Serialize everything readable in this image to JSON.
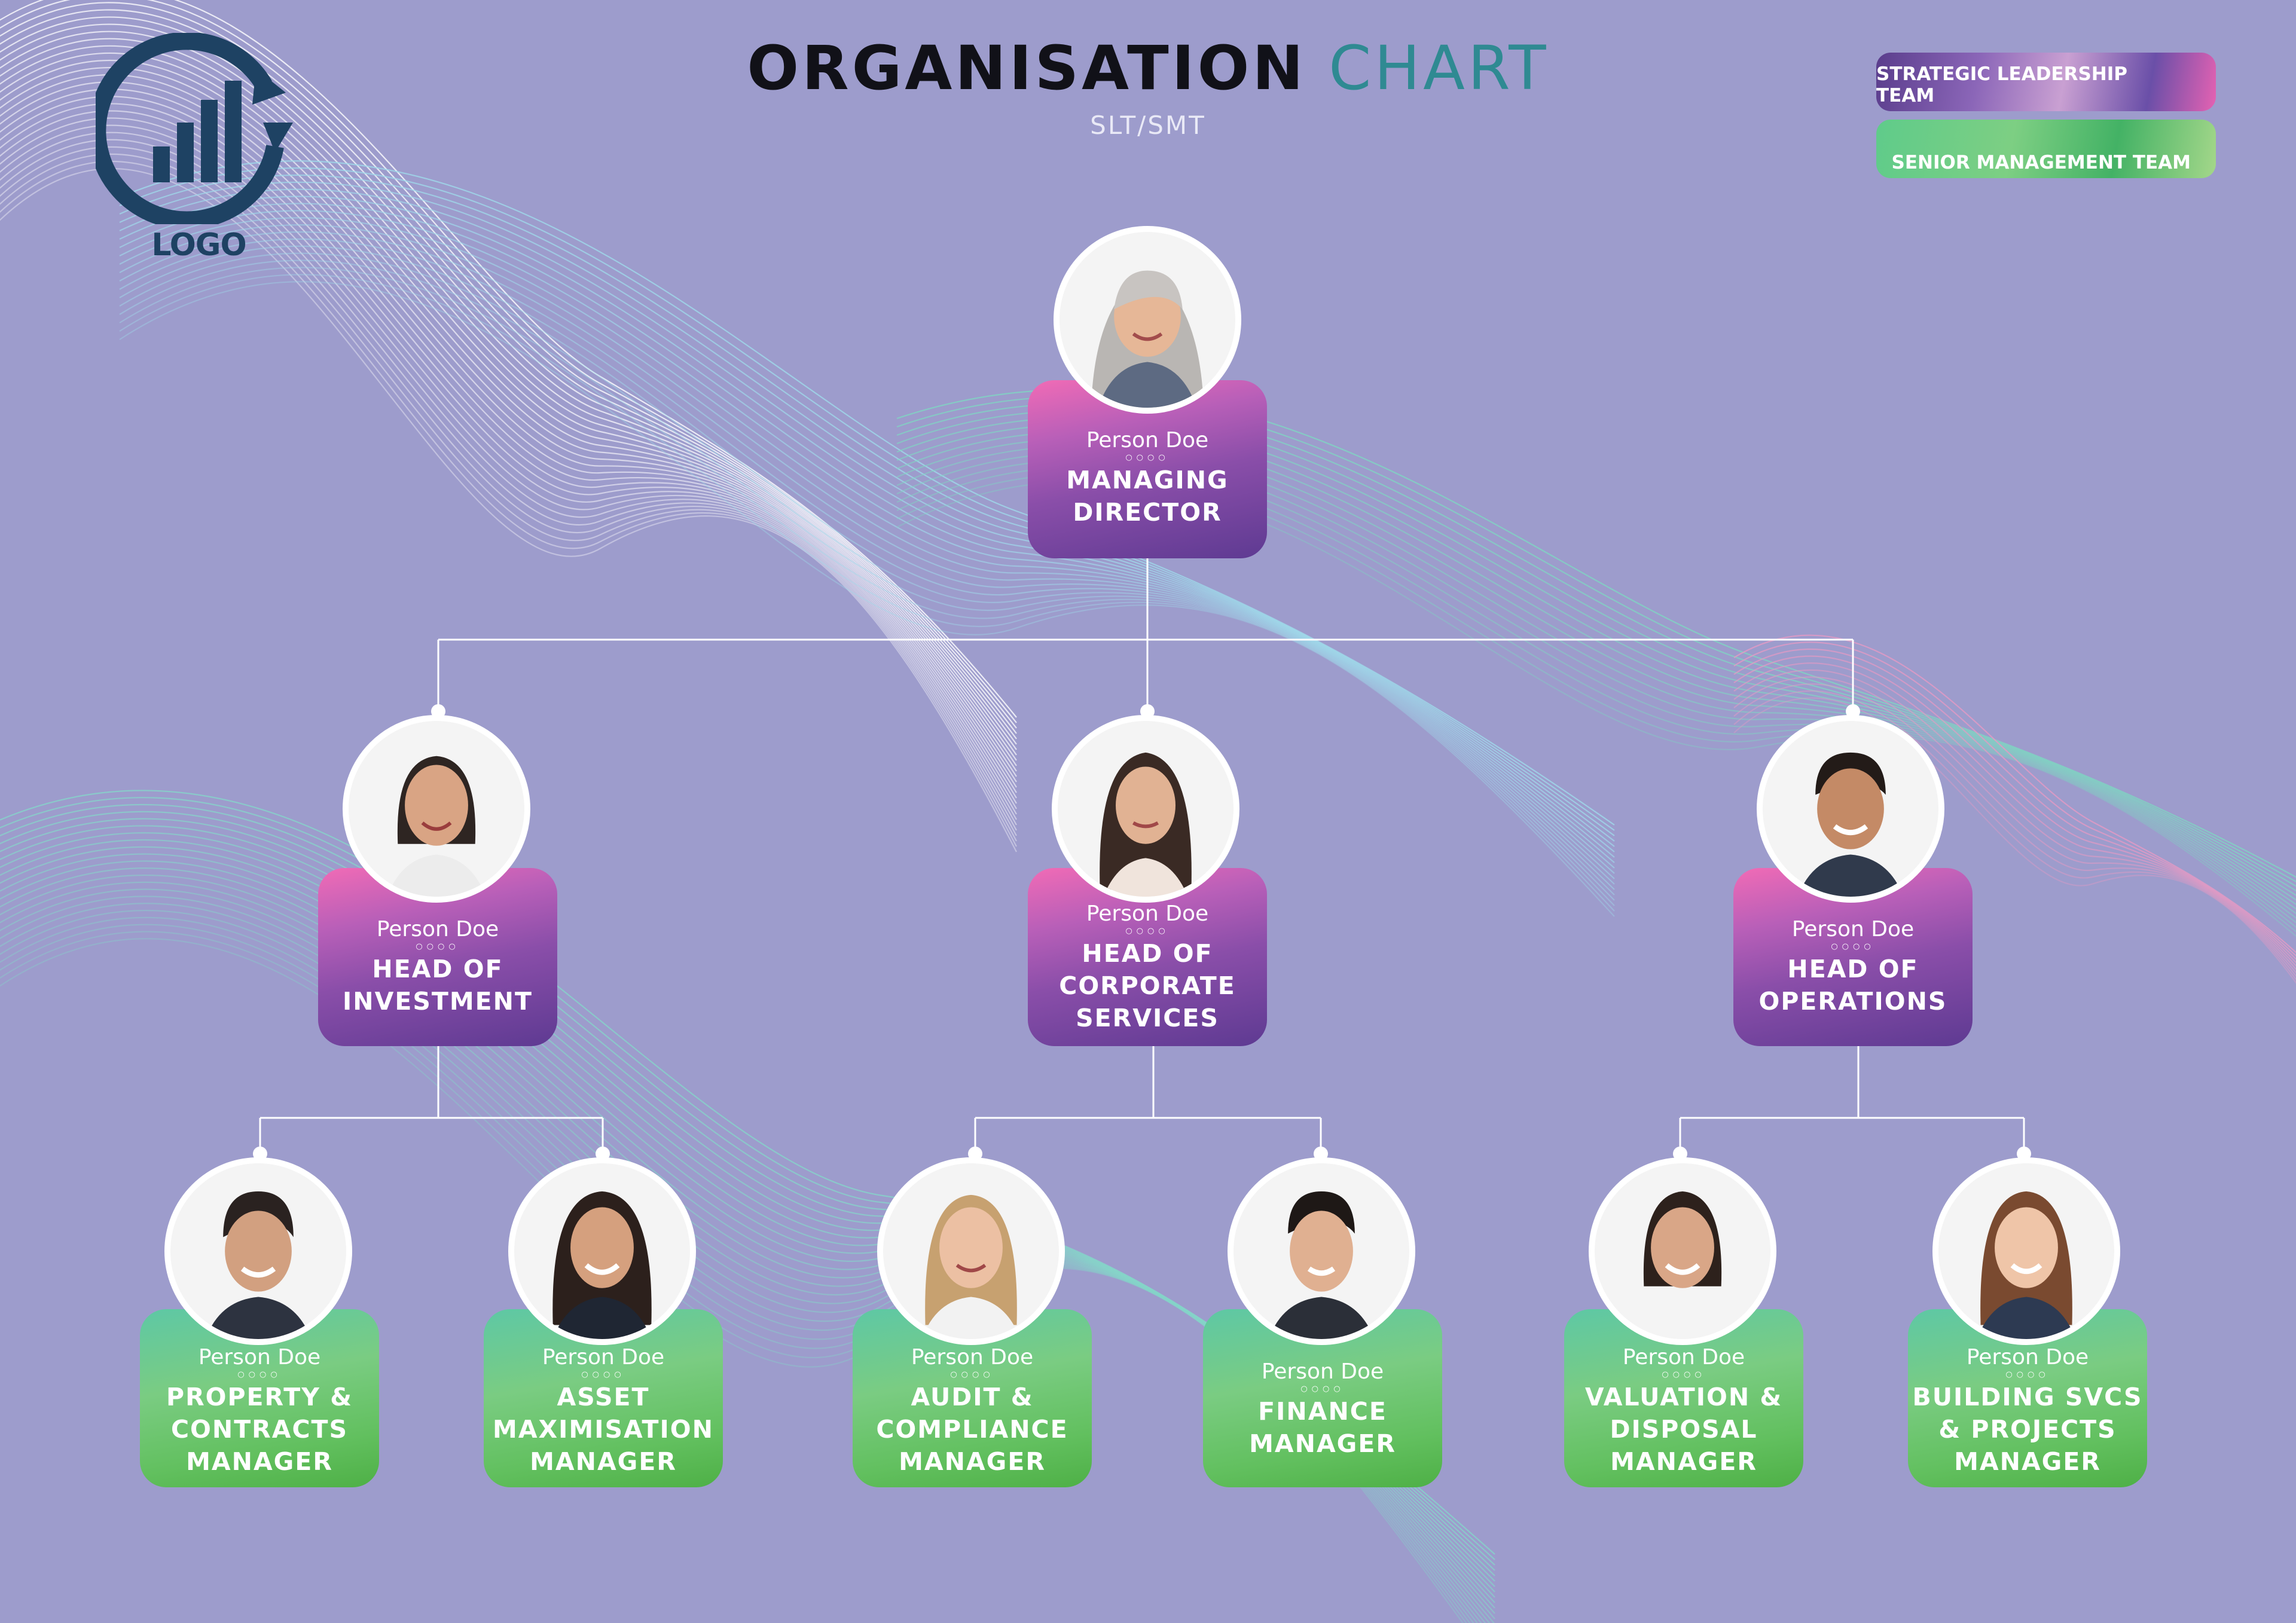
{
  "title": {
    "part1": "ORGANISATION",
    "part2": "CHART"
  },
  "subtitle": "SLT/SMT",
  "logo": {
    "text": "LOGO",
    "icon": "growth-chart-icon"
  },
  "legend": {
    "slt": "STRATEGIC LEADERSHIP TEAM",
    "smt": "SENIOR MANAGEMENT TEAM"
  },
  "colors": {
    "background": "#9d9ccc",
    "slt_pink": "#f16bb6",
    "slt_purple": "#5e3a92",
    "smt_teal": "#5ec8a5",
    "smt_green": "#4eb046",
    "title_accent": "#2f8a92",
    "logo_navy": "#1e4263"
  },
  "people": {
    "md": {
      "name": "Person Doe",
      "dots": "○○○○",
      "role": [
        "MANAGING",
        "DIRECTOR"
      ],
      "team": "slt"
    },
    "hoi": {
      "name": "Person Doe",
      "dots": "○○○○",
      "role": [
        "HEAD OF",
        "INVESTMENT"
      ],
      "team": "slt"
    },
    "hocs": {
      "name": "Person Doe",
      "dots": "○○○○",
      "role": [
        "HEAD OF",
        "CORPORATE",
        "SERVICES"
      ],
      "team": "slt"
    },
    "hoo": {
      "name": "Person Doe",
      "dots": "○○○○",
      "role": [
        "HEAD OF",
        "OPERATIONS"
      ],
      "team": "slt"
    },
    "pcm": {
      "name": "Person Doe",
      "dots": "○○○○",
      "role": [
        "PROPERTY &",
        "CONTRACTS",
        "MANAGER"
      ],
      "team": "smt"
    },
    "amm": {
      "name": "Person Doe",
      "dots": "○○○○",
      "role": [
        "ASSET",
        "MAXIMISATION",
        "MANAGER"
      ],
      "team": "smt"
    },
    "acm": {
      "name": "Person Doe",
      "dots": "○○○○",
      "role": [
        "AUDIT &",
        "COMPLIANCE",
        "MANAGER"
      ],
      "team": "smt"
    },
    "fm": {
      "name": "Person Doe",
      "dots": "○○○○",
      "role": [
        "FINANCE",
        "MANAGER"
      ],
      "team": "smt"
    },
    "vdm": {
      "name": "Person Doe",
      "dots": "○○○○",
      "role": [
        "VALUATION &",
        "DISPOSAL",
        "MANAGER"
      ],
      "team": "smt"
    },
    "bsm": {
      "name": "Person Doe",
      "dots": "○○○○",
      "role": [
        "BUILDING SVCS",
        "& PROJECTS",
        "MANAGER"
      ],
      "team": "smt"
    }
  }
}
